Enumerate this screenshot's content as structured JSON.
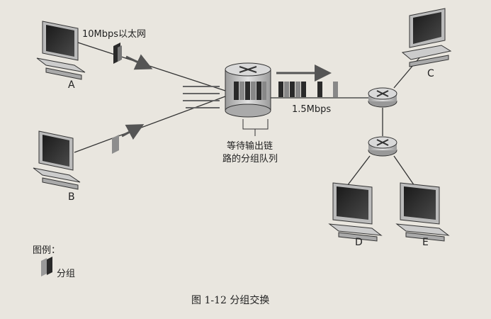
{
  "ethernet_label": "10Mbps以太网",
  "link_label": "1.5Mbps",
  "queue_label_line1": "等待输出链",
  "queue_label_line2": "路的分组队列",
  "hosts": {
    "a": "A",
    "b": "B",
    "c": "C",
    "d": "D",
    "e": "E"
  },
  "legend": {
    "title": "图例：",
    "item": "分组"
  },
  "caption": "图 1-12    分组交换",
  "colors": {
    "background": "#e9e6df",
    "router_fill": "#c9c9c9",
    "packet_dark": "#2a2a2a",
    "line": "#333333"
  }
}
